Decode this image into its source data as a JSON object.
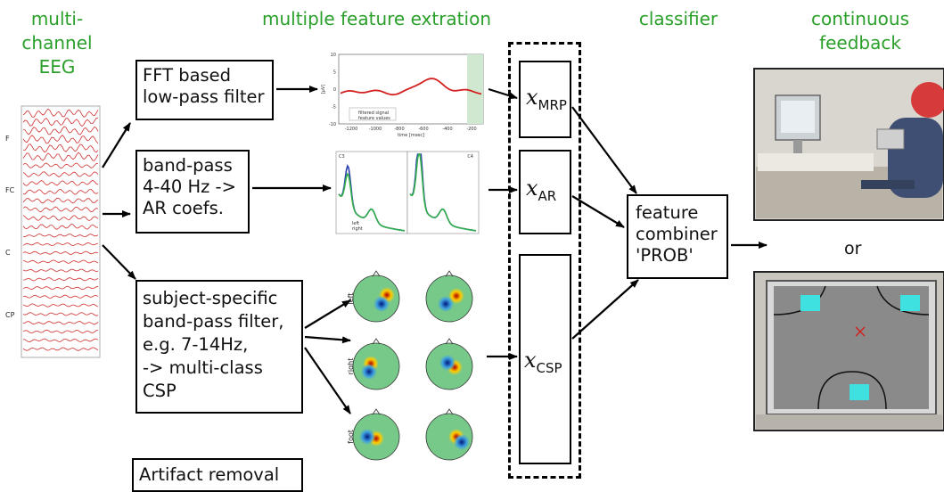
{
  "headers": {
    "eeg": "multi-channel\nEEG",
    "features": "multiple feature extration",
    "classifier": "classifier",
    "feedback": "continuous\nfeedback"
  },
  "eeg_channels": [
    "F",
    "FC",
    "C",
    "CP"
  ],
  "boxes": {
    "fft": "FFT based\nlow-pass filter",
    "ar": "band-pass\n4-40 Hz ->\nAR coefs.",
    "csp": "subject-specific\nband-pass filter,\ne.g. 7-14Hz,\n-> multi-class\nCSP",
    "artifact": "Artifact removal",
    "combiner": "feature\ncombiner\n'PROB'"
  },
  "feature_vectors": {
    "mrp": {
      "symbol": "x",
      "sub": "MRP"
    },
    "ar": {
      "symbol": "x",
      "sub": "AR"
    },
    "csp": {
      "symbol": "x",
      "sub": "CSP"
    }
  },
  "or_label": "or",
  "mrp_plot": {
    "yticks": [
      "10",
      "5",
      "0",
      "-5",
      "-10"
    ],
    "xticks": [
      "-1200",
      "-1000",
      "-800",
      "-600",
      "-400",
      "-200"
    ],
    "ylabel": "[µV]",
    "xlabel": "time [msec]",
    "legend": [
      "filtered signal",
      "feature values"
    ],
    "colors": {
      "signal": "#d42020",
      "shade": "#cfe8cf"
    }
  },
  "ar_plot": {
    "panels": [
      "C3",
      "C4"
    ],
    "legend": [
      "left",
      "right"
    ],
    "colors": {
      "left": "#2a3fb0",
      "right": "#35b04a"
    }
  },
  "csp_rows": [
    "left",
    "right",
    "foot"
  ],
  "colors": {
    "header_green": "#2aa02a",
    "eeg_trace": "#d03030"
  }
}
